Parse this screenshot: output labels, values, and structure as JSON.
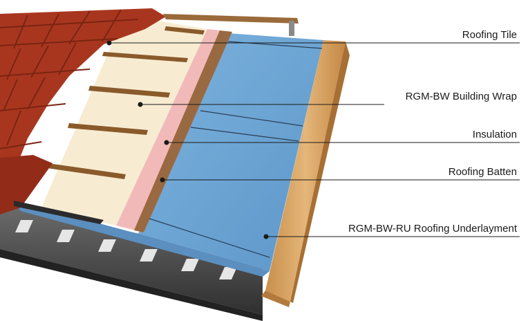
{
  "diagram": {
    "callouts": [
      {
        "id": "roofing-tile",
        "label": "Roofing Tile"
      },
      {
        "id": "building-wrap",
        "label": "RGM-BW Building Wrap"
      },
      {
        "id": "insulation",
        "label": "Insulation"
      },
      {
        "id": "roofing-batten",
        "label": "Roofing Batten"
      },
      {
        "id": "underlayment",
        "label": "RGM-BW-RU Roofing Underlayment"
      }
    ],
    "colors": {
      "tile": "#a8361f",
      "tile_dark": "#7a2412",
      "building_wrap": "#f7ecd2",
      "insulation": "#f2b9b9",
      "underlayment": "#6ea6d6",
      "timber": "#d9a866",
      "batten": "#8a5a2b",
      "gutter": "#4a4a4a",
      "leader_line": "#1a1a1a"
    }
  }
}
